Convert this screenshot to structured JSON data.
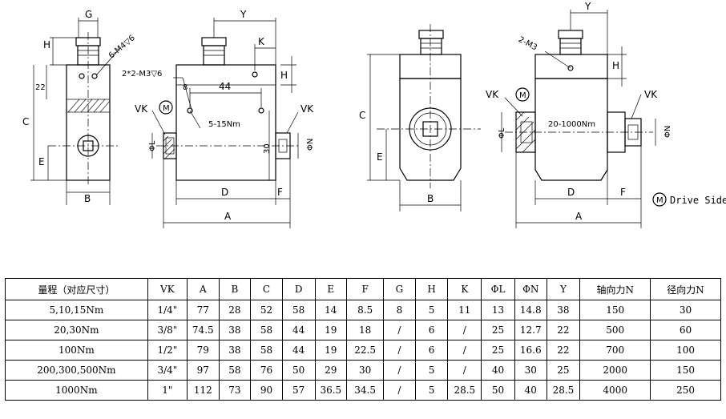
{
  "drawing": {
    "labels": {
      "G": "G",
      "H": "H",
      "Y": "Y",
      "K": "K",
      "C": "C",
      "E": "E",
      "B": "B",
      "D": "D",
      "F": "F",
      "A": "A",
      "VK": "VK",
      "M": "M",
      "PhiL": "ΦL",
      "PhiN": "ΦN",
      "dim22": "22",
      "dim44": "44",
      "dim8": "8",
      "dim30": "30",
      "thread_m4": "6-M4▽6",
      "thread_m3_side": "2*2-M3▽6",
      "thread_m3": "2-M3",
      "range_small": "5-15Nm",
      "range_large": "20-1000Nm",
      "drive_side": "Drive Side"
    }
  },
  "table": {
    "headers": [
      "量程（对应尺寸）",
      "VK",
      "A",
      "B",
      "C",
      "D",
      "E",
      "F",
      "G",
      "H",
      "K",
      "ΦL",
      "ΦN",
      "Y",
      "轴向力N",
      "径向力N"
    ],
    "rows": [
      [
        "5,10,15Nm",
        "1/4\"",
        "77",
        "28",
        "52",
        "58",
        "14",
        "8.5",
        "8",
        "5",
        "11",
        "13",
        "14.8",
        "38",
        "150",
        "30"
      ],
      [
        "20,30Nm",
        "3/8\"",
        "74.5",
        "38",
        "58",
        "44",
        "19",
        "18",
        "/",
        "6",
        "/",
        "25",
        "12.7",
        "22",
        "500",
        "60"
      ],
      [
        "100Nm",
        "1/2\"",
        "79",
        "38",
        "58",
        "44",
        "19",
        "22.5",
        "/",
        "6",
        "/",
        "25",
        "16.6",
        "22",
        "700",
        "100"
      ],
      [
        "200,300,500Nm",
        "3/4\"",
        "97",
        "58",
        "76",
        "50",
        "29",
        "30",
        "/",
        "5",
        "/",
        "40",
        "30",
        "25",
        "2000",
        "150"
      ],
      [
        "1000Nm",
        "1\"",
        "112",
        "73",
        "90",
        "57",
        "36.5",
        "34.5",
        "/",
        "5",
        "28.5",
        "50",
        "40",
        "28.5",
        "4000",
        "250"
      ]
    ]
  }
}
